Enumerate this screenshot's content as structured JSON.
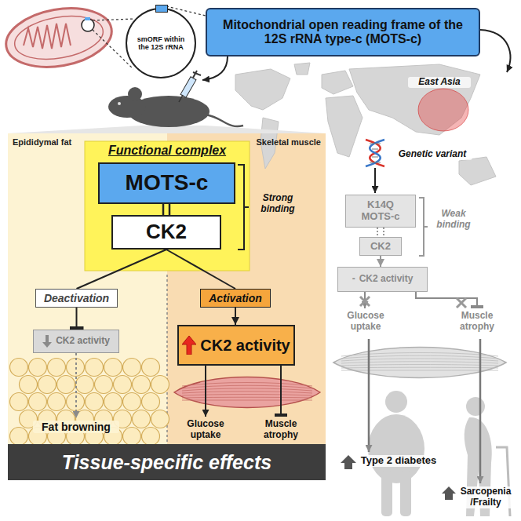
{
  "diagram": {
    "nodes": [
      {
        "text": [
          "smORF within the 12S rRNA"
        ]
      },
      {
        "text": [
          "Mitochondrial open reading frame of the 12S rRNA type-c (MOTS-c)"
        ]
      },
      {
        "text": [
          "Epididymal fat",
          "Skeletal muscle"
        ]
      },
      {
        "text": [
          "Functional complex"
        ],
        "in": 2
      },
      {
        "text": [
          "MOTS-c"
        ],
        "in": 3
      },
      {
        "text": [
          "CK2"
        ],
        "in": 3
      },
      {
        "text": [
          "Deactivation"
        ],
        "in": 2
      },
      {
        "text": [
          "CK2 activity"
        ],
        "in": 2
      },
      {
        "text": [
          "Activation"
        ],
        "in": 2
      },
      {
        "text": [
          "CK2 activity"
        ],
        "in": 2
      },
      {
        "text": [
          "Tissue-specific effects"
        ],
        "in": 2
      },
      {
        "text": [
          "K14Q MOTS-c"
        ]
      },
      {
        "text": [
          "CK2"
        ]
      },
      {
        "text": [
          "-",
          "CK2 activity"
        ]
      }
    ],
    "edges": [
      {
        "from": 4,
        "to": 5,
        "arrow": "none"
      },
      {
        "from": 5,
        "to": 6,
        "arrow": "none"
      },
      {
        "from": 5,
        "to": 8,
        "arrow": "none"
      },
      {
        "from": 6,
        "to": 7,
        "arrow": "to"
      },
      {
        "from": 8,
        "to": 9,
        "arrow": "to"
      },
      {
        "from": 11,
        "to": 12,
        "arrow": "none"
      },
      {
        "from": 12,
        "to": 13,
        "arrow": "to"
      }
    ],
    "labels": [
      "Strong binding",
      "Fat browning",
      "Glucose uptake",
      "Muscle atrophy",
      "East Asia",
      "Genetic variant",
      "Weak binding",
      "Glucose uptake",
      "Muscle atrophy",
      "Type 2 diabetes",
      "Sarcopenia /Frailty"
    ]
  }
}
